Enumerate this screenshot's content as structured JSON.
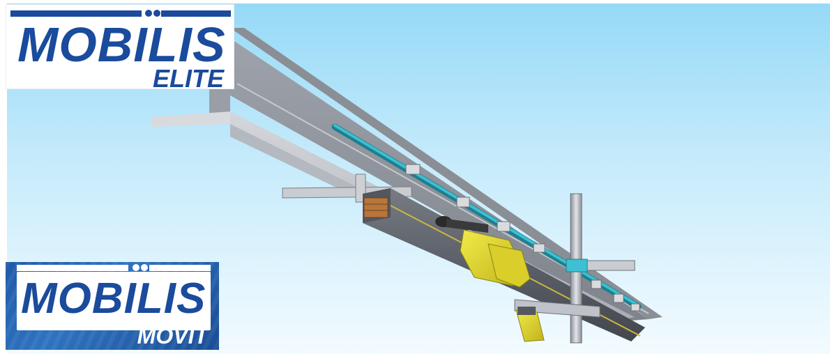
{
  "logos": {
    "top": {
      "word": "MOBILIS",
      "sub": "ELITE"
    },
    "bottom": {
      "word": "MOBILIS",
      "sub": "MOVIT"
    }
  },
  "colors": {
    "brand_blue": "#1a4b9c",
    "sky_top": "#96d9f7",
    "sky_bottom": "#f3fbff",
    "beam_grey": "#b9bcc3",
    "rail_dark": "#5d6169",
    "pipe_teal": "#2ea7b9",
    "collector_yellow": "#e6dc2a"
  },
  "scene": {
    "objects": [
      "i-beam",
      "conductor-rail",
      "collector-trolley",
      "cable-hose",
      "support-brackets",
      "vertical-post"
    ]
  }
}
